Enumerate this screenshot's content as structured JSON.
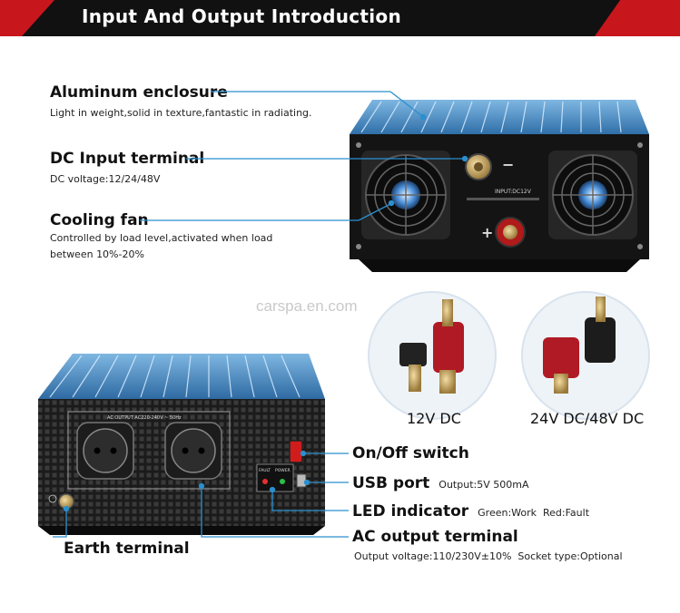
{
  "header": {
    "title": "Input And Output Introduction"
  },
  "features_top": [
    {
      "name": "Aluminum enclosure",
      "desc": "Light in weight,solid in texture,fantastic in radiating."
    },
    {
      "name": "DC Input terminal",
      "desc": "DC voltage:12/24/48V"
    },
    {
      "name": "Cooling fan",
      "desc_line1": "Controlled by load level,activated when load",
      "desc_line2": "between 10%-20%"
    }
  ],
  "device_top": {
    "input_label": "INPUT:DC12V",
    "minus": "−",
    "plus": "+"
  },
  "watermark": "CARSPA.EN.COM",
  "terminals": [
    {
      "label": "12V DC"
    },
    {
      "label": "24V DC/48V DC"
    }
  ],
  "device_bottom": {
    "ac_label": "AC OUTPUT AC220-240V ~ 50Hz",
    "fault": "FAULT",
    "power": "POWER"
  },
  "features_bottom": [
    {
      "name": "On/Off switch",
      "desc": ""
    },
    {
      "name": "USB port",
      "desc": "Output:5V 500mA"
    },
    {
      "name": "LED indicator",
      "desc": "Green:Work  Red:Fault"
    },
    {
      "name": "AC output terminal",
      "desc": "Output voltage:110/230V±10%  Socket type:Optional"
    },
    {
      "name": "Earth terminal",
      "desc": ""
    }
  ],
  "colors": {
    "accent_red": "#c8161d",
    "banner_dark": "#111111",
    "leader_blue": "#2a8fcf",
    "housing_blue": "#4a90c8"
  }
}
